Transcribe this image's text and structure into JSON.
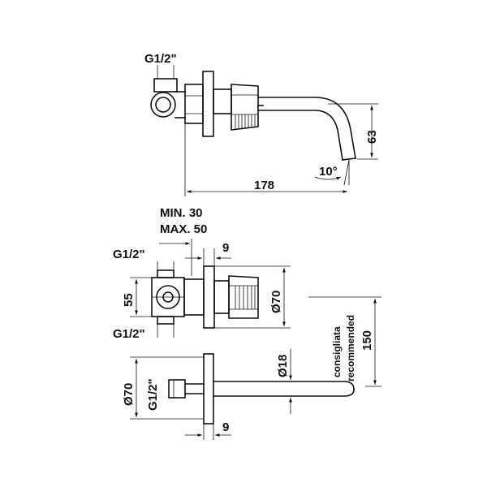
{
  "views": {
    "side": {
      "inlet_label": "G1/2\"",
      "height_label": "63",
      "length_label": "178",
      "angle_label": "10°"
    },
    "front": {
      "min_label": "MIN. 30",
      "max_label": "MAX. 50",
      "plate_thickness_label": "9",
      "inlet_top_label": "G1/2\"",
      "inlet_bottom_label": "G1/2\"",
      "spacing_label": "55",
      "diameter_label": "Ø70",
      "recommended_it": "consigliata",
      "recommended_en": "recommended",
      "recommended_value": "150"
    },
    "top": {
      "diameter_label": "Ø70",
      "inlet_label": "G1/2\"",
      "spout_diameter_label": "Ø18",
      "plate_thickness_label": "9"
    }
  }
}
